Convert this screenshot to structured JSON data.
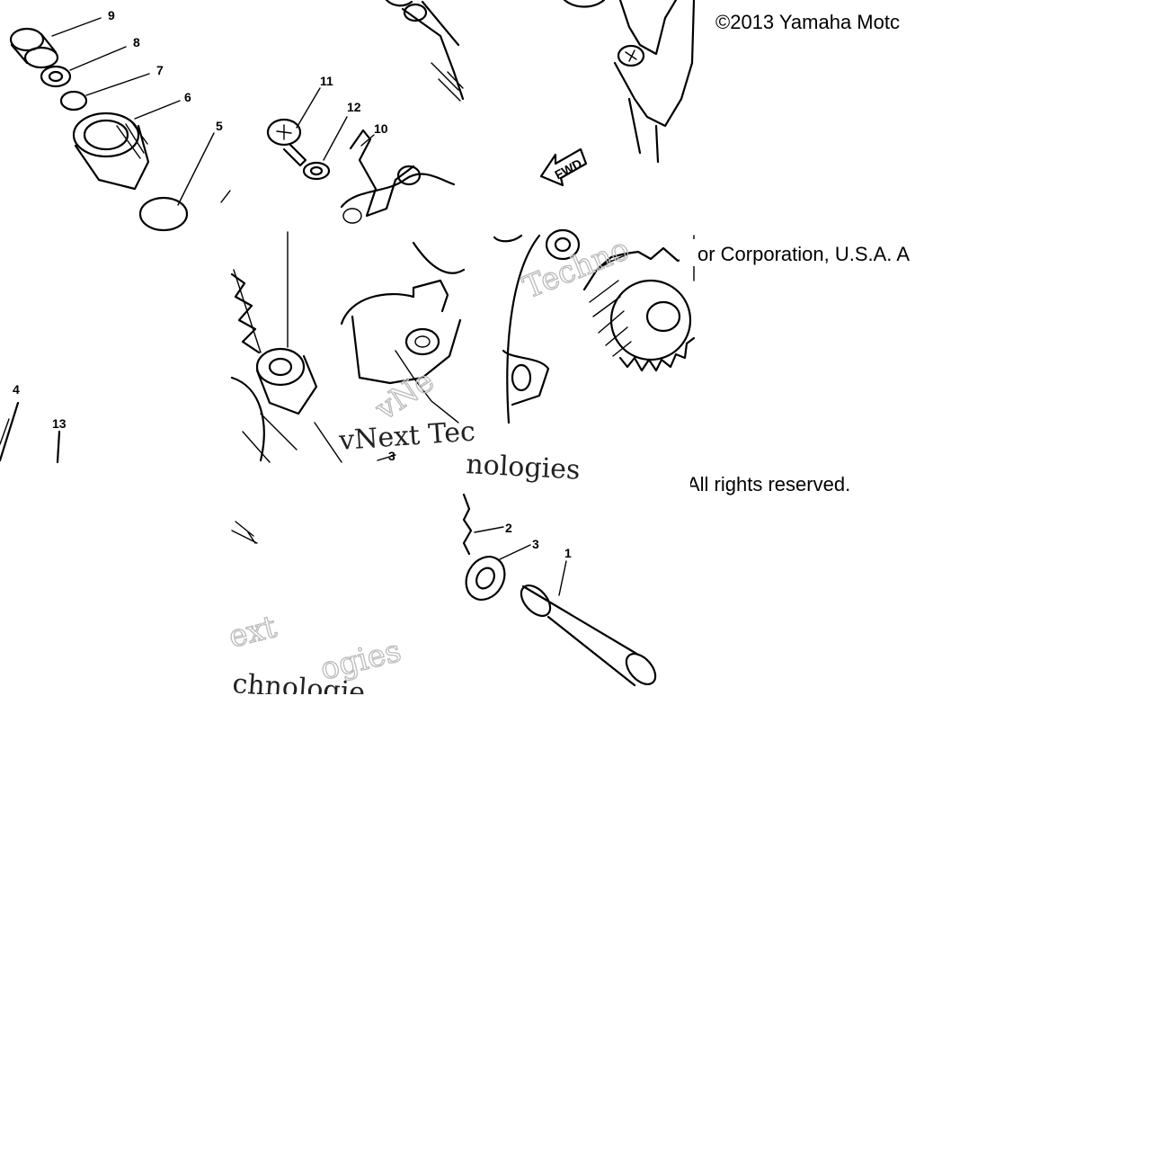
{
  "copyright": {
    "line1": "©2013 Yamaha Motc",
    "line2": "or Corporation, U.S.A. A",
    "line3": "All rights reserved."
  },
  "fwd_label": "FWD",
  "callouts": [
    "9",
    "8",
    "7",
    "6",
    "5",
    "11",
    "12",
    "10",
    "4",
    "13",
    "3",
    "2",
    "3",
    "1"
  ],
  "watermark": {
    "t1": "Techno",
    "t2": "vNext Tec",
    "t3": "vNe",
    "t4": "nologies",
    "t5": "ext",
    "t6": "ogies",
    "t7": "chnologie"
  }
}
